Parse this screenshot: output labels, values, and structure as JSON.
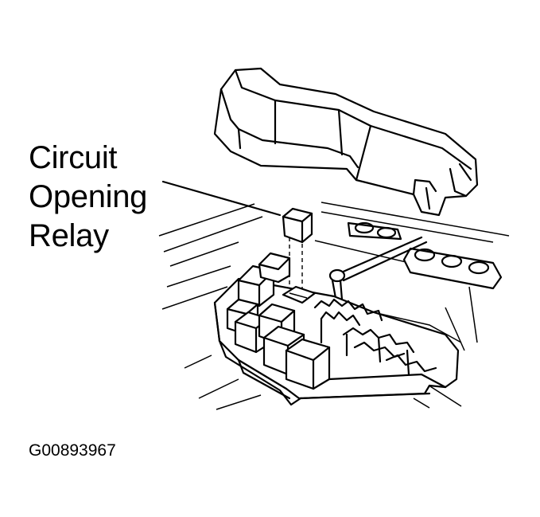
{
  "callout": {
    "lines": [
      "Circuit",
      "Opening",
      "Relay"
    ]
  },
  "figure_id": "G00893967"
}
